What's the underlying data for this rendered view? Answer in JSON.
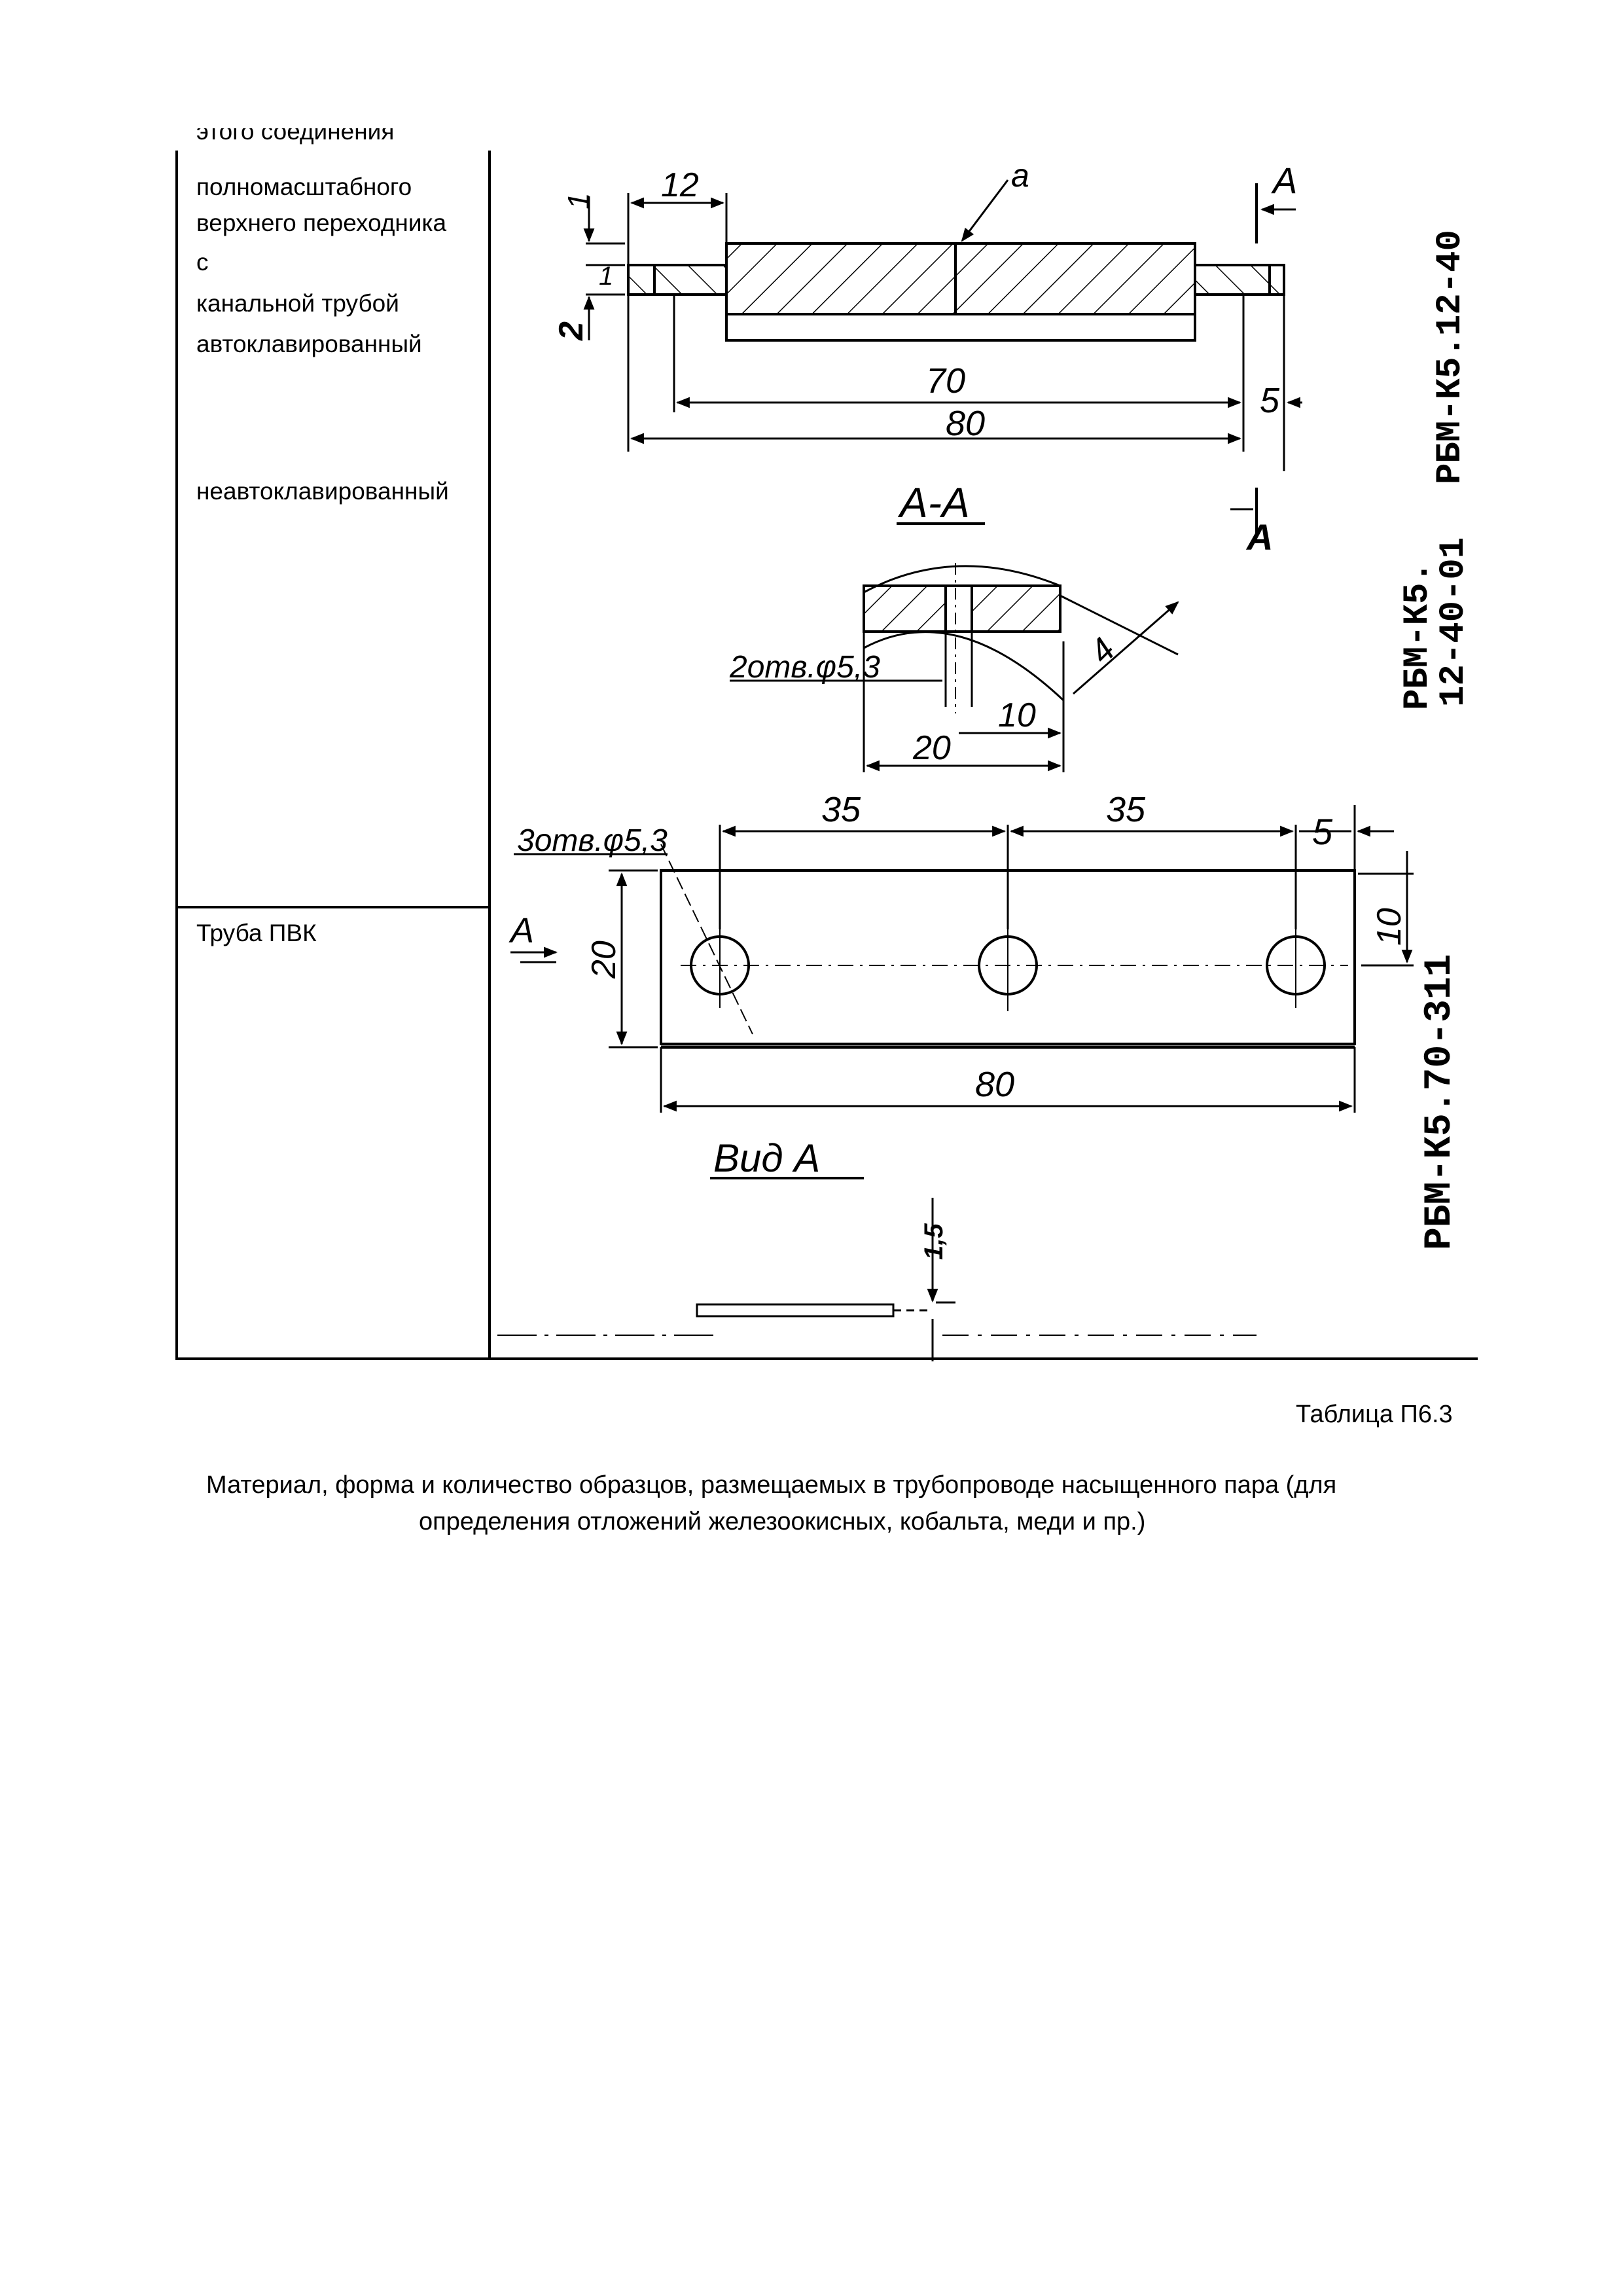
{
  "table": {
    "row1_text": {
      "partial_top": "этого соединения",
      "line1": "полномасштабного",
      "line2": "верхнего переходника",
      "line3": "с",
      "line4": "канальной трубой",
      "line5": "автоклавированный",
      "line6": "неавтоклавированный"
    },
    "row2_text": "Труба ПВК"
  },
  "drawing": {
    "dim_12": "12",
    "dim_1_top": "1",
    "dim_1": "1",
    "dim_2": "2",
    "dim_70": "70",
    "dim_5": "5",
    "dim_80_top": "80",
    "section_a": "A",
    "section_a_bottom": "A",
    "label_a": "a",
    "section_title": "A-A",
    "hole_note_2": "2отв.φ5,3",
    "dim_20": "20",
    "dim_10": "10",
    "dim_4": "4",
    "hole_note_3": "3отв.φ5,3",
    "dim_35_a": "35",
    "dim_35_b": "35",
    "dim_5_b": "5",
    "dim_10_b": "10",
    "dim_20_b": "20",
    "dim_80_b": "80",
    "arrow_a": "A",
    "view_label": "Вид А",
    "dim_small": "1,5",
    "code_1": "РБМ-К5.12-40",
    "code_2a": "РБМ-К5.",
    "code_2b": "12-40-01",
    "code_3": "РБМ-К5.70-311"
  },
  "caption": {
    "table_number": "Таблица П6.3",
    "title_line1": "Материал, форма и количество образцов, размещаемых в трубопроводе насыщенного пара (для",
    "title_line2": "определения отложений железоокисных, кобальта, меди и пр.)"
  }
}
